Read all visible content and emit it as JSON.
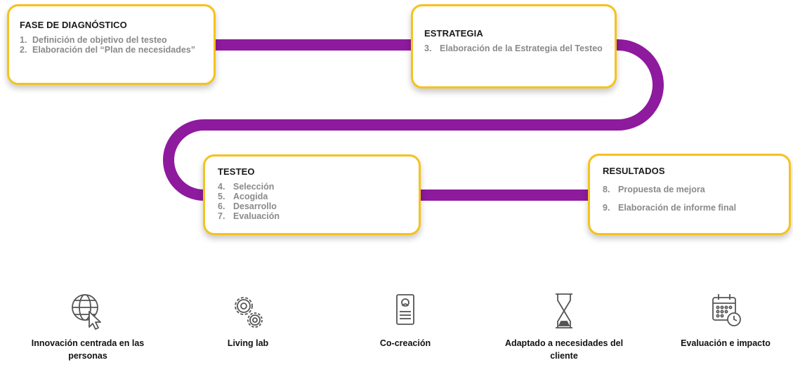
{
  "colors": {
    "path": "#8e1a9e",
    "box_border": "#f6c21c",
    "muted_text": "#8a8a8a",
    "icon": "#555555"
  },
  "phases": {
    "diagnostico": {
      "title": "FASE DE DIAGNÓSTICO",
      "items": [
        {
          "num": "1.",
          "text": "Definición de objetivo del testeo"
        },
        {
          "num": "2.",
          "text": "Elaboración del “Plan de necesidades”"
        }
      ]
    },
    "estrategia": {
      "title": "ESTRATEGIA",
      "items": [
        {
          "num": "3.",
          "text": "Elaboración de la Estrategia del Testeo"
        }
      ]
    },
    "testeo": {
      "title": "TESTEO",
      "items": [
        {
          "num": "4.",
          "text": "Selección"
        },
        {
          "num": "5.",
          "text": "Acogida"
        },
        {
          "num": "6.",
          "text": "Desarrollo"
        },
        {
          "num": "7.",
          "text": "Evaluación"
        }
      ]
    },
    "resultados": {
      "title": "RESULTADOS",
      "items": [
        {
          "num": "8.",
          "text": "Propuesta de mejora"
        },
        {
          "num": "9.",
          "text": "Elaboración de informe final"
        }
      ]
    }
  },
  "features": [
    {
      "label": "Innovación centrada en las personas",
      "icon": "globe-cursor-icon"
    },
    {
      "label": "Living lab",
      "icon": "gears-icon"
    },
    {
      "label": "Co-creación",
      "icon": "document-profile-icon"
    },
    {
      "label": "Adaptado a necesidades del cliente",
      "icon": "hourglass-icon"
    },
    {
      "label": "Evaluación e impacto",
      "icon": "calendar-clock-icon"
    }
  ]
}
